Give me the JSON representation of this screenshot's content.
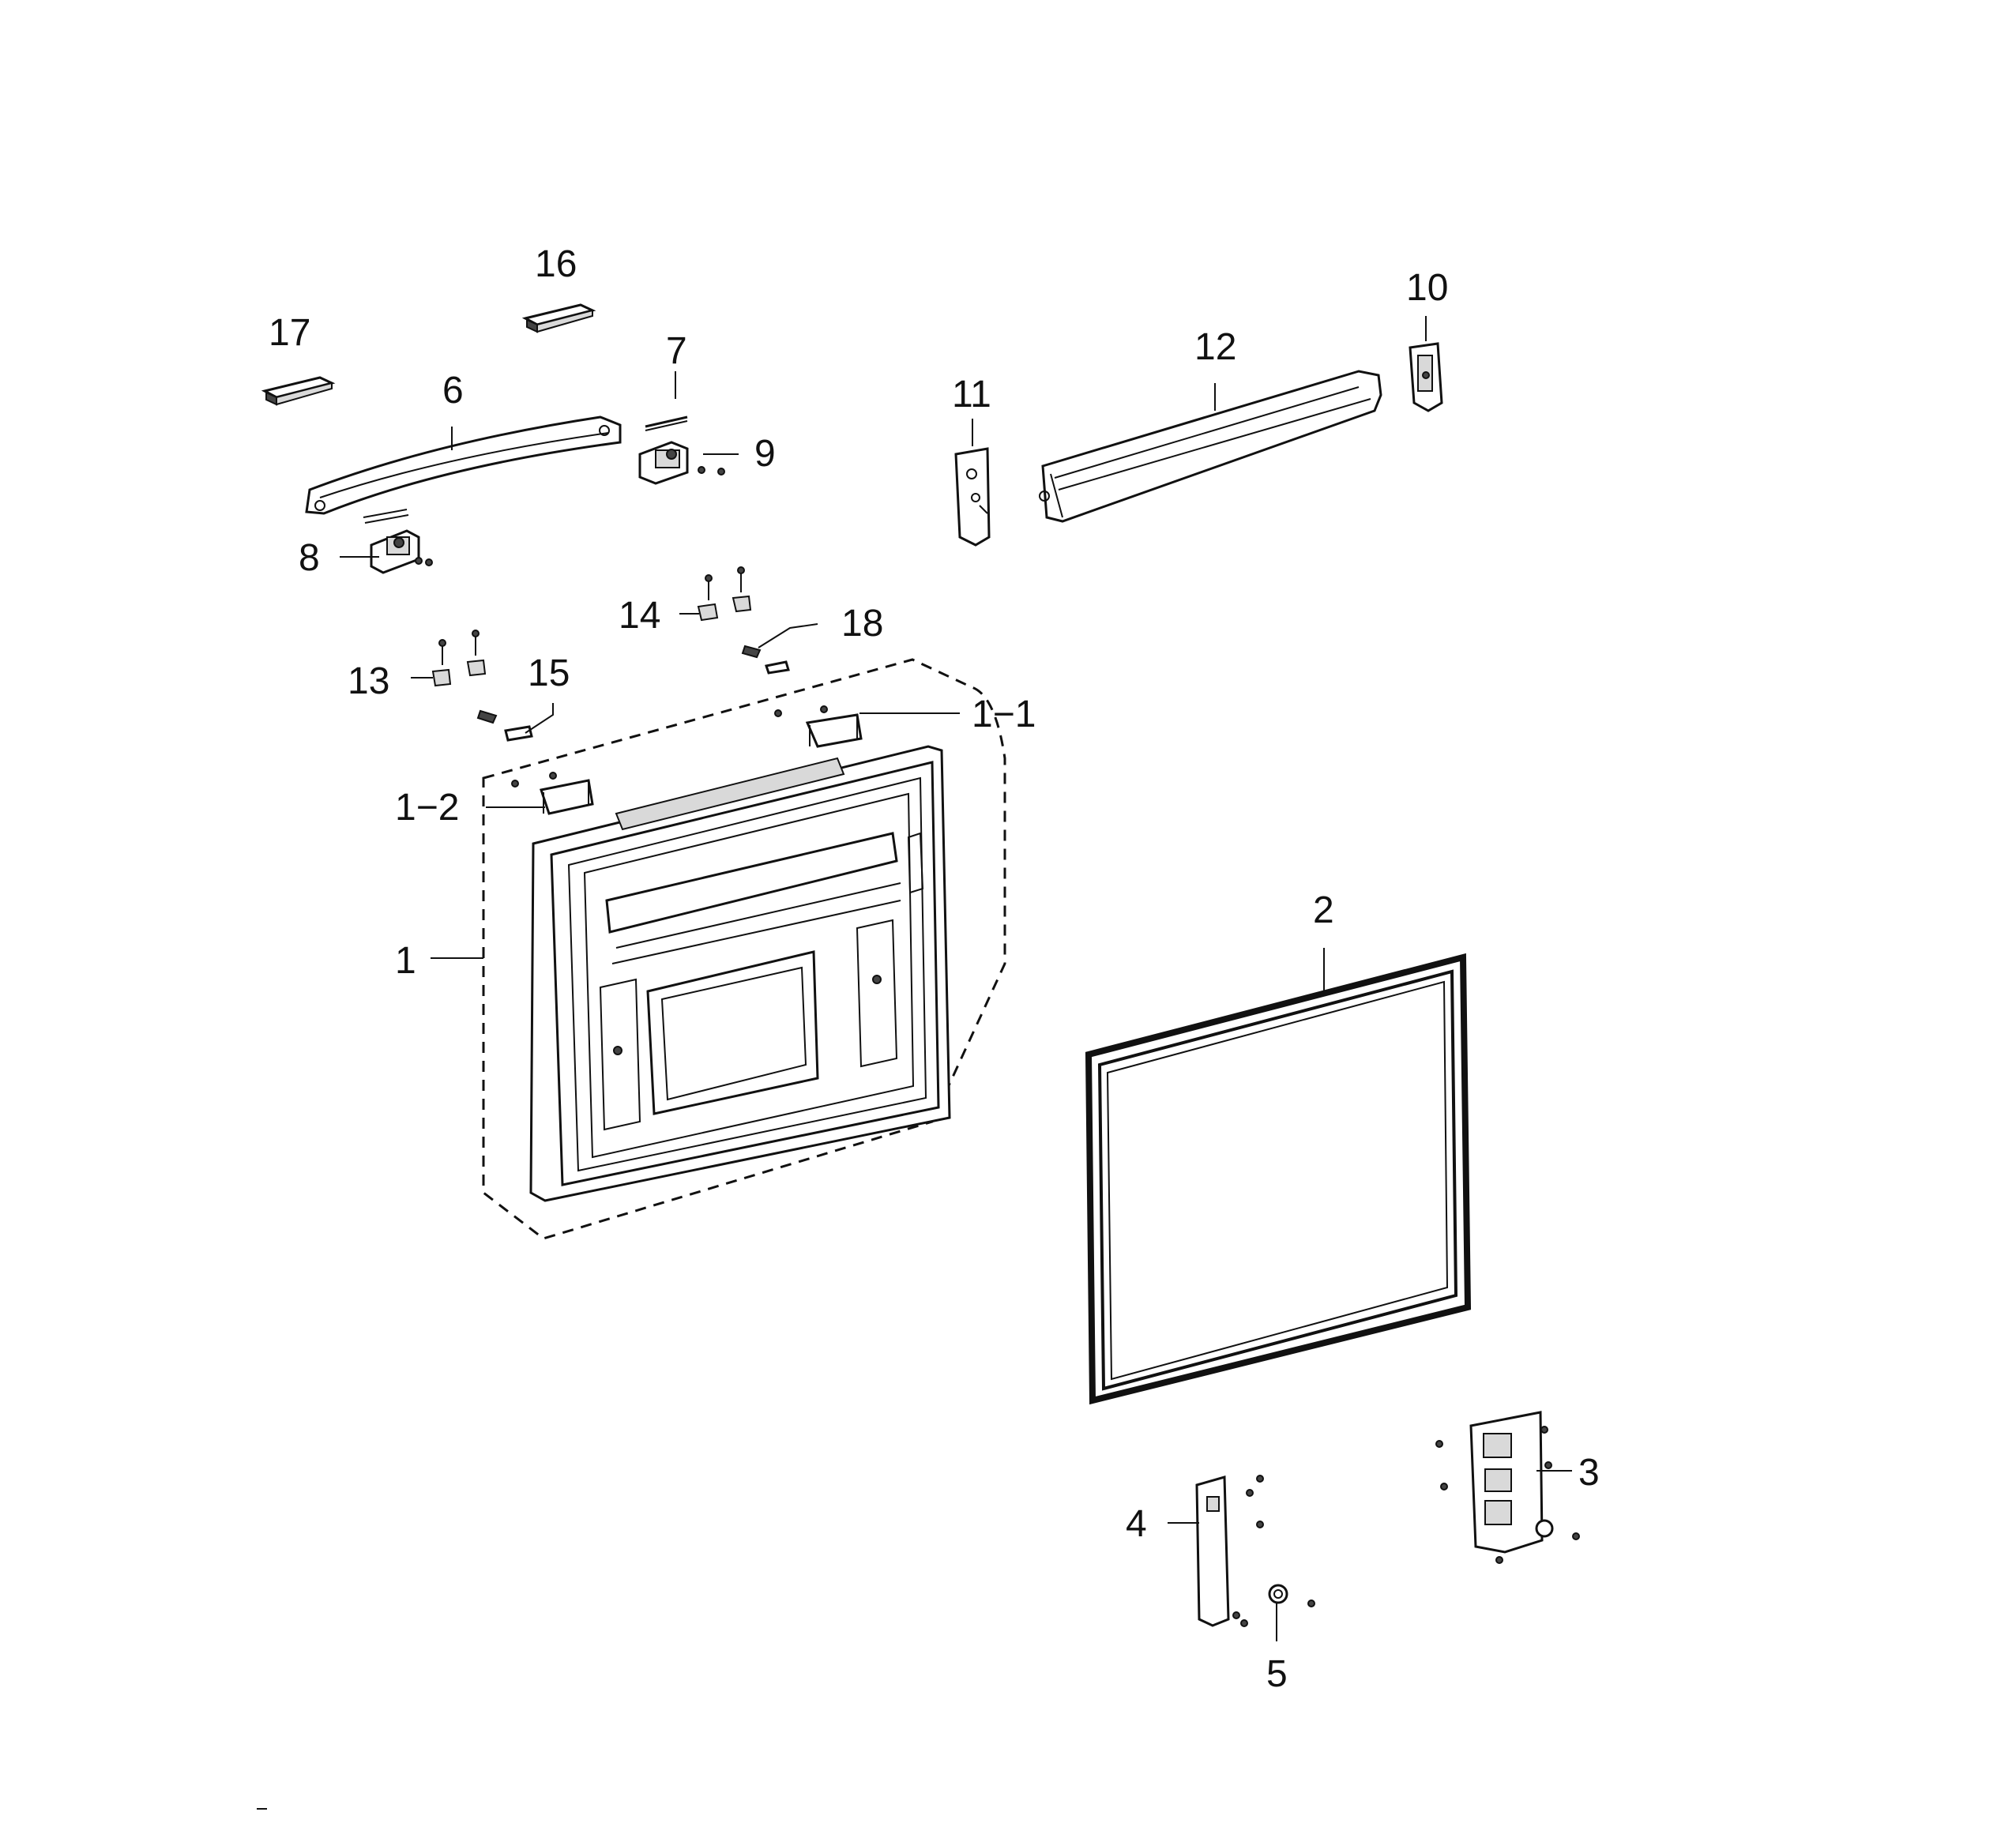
{
  "diagram": {
    "callouts": {
      "c1": "1",
      "c1_1": "1−1",
      "c1_2": "1−2",
      "c2": "2",
      "c3": "3",
      "c4": "4",
      "c5": "5",
      "c6": "6",
      "c7": "7",
      "c8": "8",
      "c9": "9",
      "c10": "10",
      "c11": "11",
      "c12": "12",
      "c13": "13",
      "c14": "14",
      "c15": "15",
      "c16": "16",
      "c17": "17",
      "c18": "18"
    },
    "colors": {
      "line": "#111111",
      "background": "#ffffff",
      "shade": "#d9d9d9"
    }
  }
}
